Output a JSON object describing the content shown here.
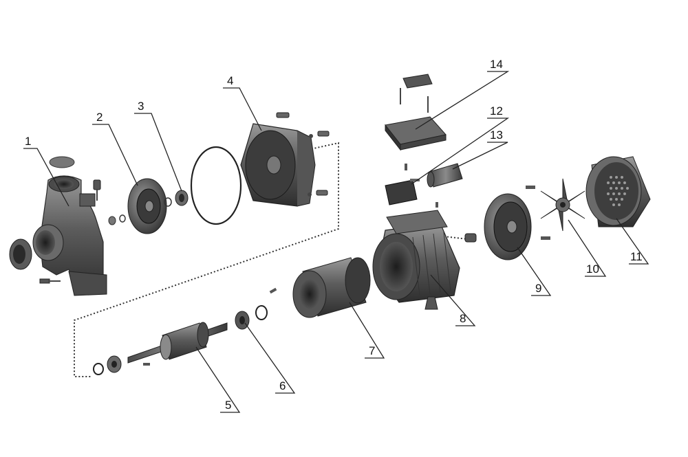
{
  "diagram": {
    "type": "exploded-view",
    "callouts": [
      {
        "id": "1",
        "label": "1",
        "part": "pump-casing"
      },
      {
        "id": "2",
        "label": "2",
        "part": "impeller"
      },
      {
        "id": "3",
        "label": "3",
        "part": "mechanical-seal"
      },
      {
        "id": "4",
        "label": "4",
        "part": "pump-bracket"
      },
      {
        "id": "5",
        "label": "5",
        "part": "rotor-shaft"
      },
      {
        "id": "6",
        "label": "6",
        "part": "bearing"
      },
      {
        "id": "7",
        "label": "7",
        "part": "stator"
      },
      {
        "id": "8",
        "label": "8",
        "part": "motor-housing"
      },
      {
        "id": "9",
        "label": "9",
        "part": "rear-end-cover"
      },
      {
        "id": "10",
        "label": "10",
        "part": "cooling-fan"
      },
      {
        "id": "11",
        "label": "11",
        "part": "fan-cover"
      },
      {
        "id": "12",
        "label": "12",
        "part": "terminal-block"
      },
      {
        "id": "13",
        "label": "13",
        "part": "capacitor"
      },
      {
        "id": "14",
        "label": "14",
        "part": "terminal-box-cover"
      }
    ]
  },
  "colors": {
    "metal_dark": "#3a3a3a",
    "metal_mid": "#6e6e6e",
    "metal_light": "#a9a9a9",
    "line": "#222222"
  }
}
